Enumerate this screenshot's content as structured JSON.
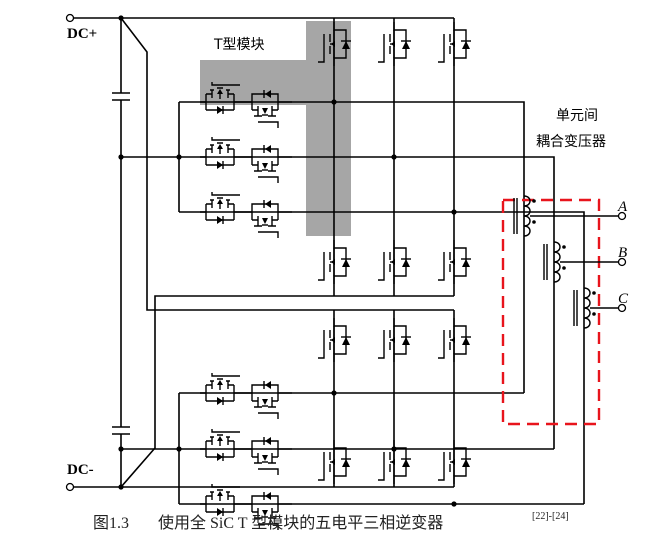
{
  "figure": {
    "labels": {
      "dc_plus": "DC+",
      "dc_minus": "DC-",
      "t_module": "T型模块",
      "transformer_line1": "单元间",
      "transformer_line2": "耦合变压器",
      "phase_a": "A",
      "phase_b": "B",
      "phase_c": "C"
    },
    "caption": {
      "number": "图1.3",
      "text": "使用全 SiC T 型模块的五电平三相逆变器",
      "refs": "[22]-[24]"
    },
    "colors": {
      "wire": "#000000",
      "highlight": "#a6a6a6",
      "transformer_box": "#e8141c",
      "caption_text": "#222222"
    },
    "components": {
      "phases": 3,
      "levels": 5,
      "switch_type": "SiC MOSFET",
      "t_modules_per_half": 3,
      "transformers": 3
    }
  }
}
